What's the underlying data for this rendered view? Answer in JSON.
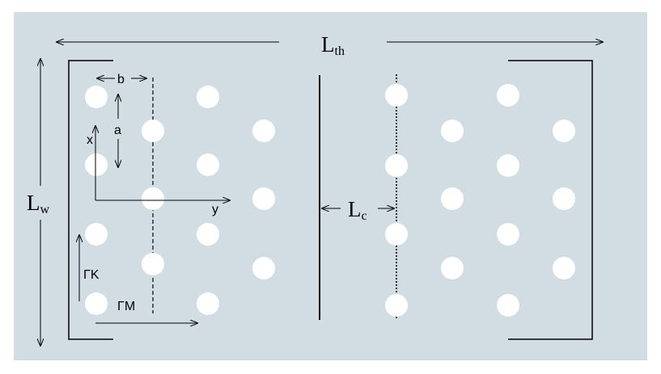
{
  "labels": {
    "length_total": "L",
    "length_total_sub": "th",
    "width": "L",
    "width_sub": "w",
    "coupling": "L",
    "coupling_sub": "c",
    "spacing_b": "b",
    "spacing_a": "a",
    "axis_x": "x",
    "axis_y": "y",
    "dir_gk": "ΓK",
    "dir_gm": "ΓM"
  },
  "colors": {
    "background": "#d1dde2",
    "hole": "#ffffff",
    "line": "#000000"
  }
}
